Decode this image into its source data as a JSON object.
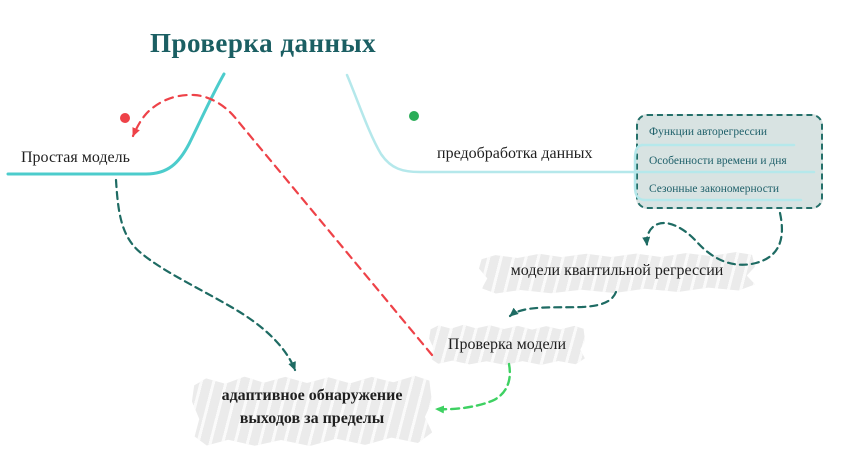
{
  "title": "Проверка данных",
  "nodes": {
    "simple_model": "Простая модель",
    "preprocessing": "предобработка данных",
    "quantile": "модели квантильной регрессии",
    "model_check": "Проверка модели",
    "adaptive_line1": "адаптивное обнаружение",
    "adaptive_line2": "выходов за пределы"
  },
  "features_box": {
    "items": [
      "Функции авторегрессии",
      "Особенности времени и дня",
      "Сезонные закономерности"
    ]
  },
  "colors": {
    "title": "#1b5f63",
    "red": "#ee4248",
    "green": "#3ed162",
    "green_dot": "#2aad58",
    "teal": "#4ccccc",
    "pale": "#b5e8eb",
    "dark": "#1e6b63",
    "box_fill": "#d8e3e2",
    "box_border": "#25706a",
    "box_text": "#20616b",
    "highlight": "#ebebeb",
    "text": "#1f1f1f"
  }
}
